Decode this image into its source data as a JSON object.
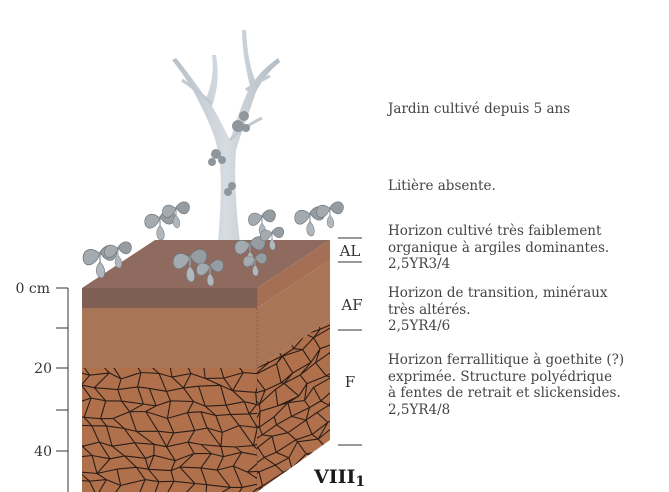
{
  "depth_scale": {
    "unit_label": "0 cm",
    "ticks": [
      "20",
      "40"
    ]
  },
  "horizons": [
    {
      "code": "AL"
    },
    {
      "code": "AF"
    },
    {
      "code": "F"
    }
  ],
  "notes": {
    "surface": [
      "Jardin cultivé depuis 5 ans"
    ],
    "litter": [
      "Litière absente."
    ],
    "al": [
      "Horizon cultivé très faiblement",
      "organique à argiles dominantes.",
      "2,5YR3/4"
    ],
    "af": [
      "Horizon de transition, minéraux",
      "très altérés.",
      "2,5YR4/6"
    ],
    "f": [
      "Horizon ferrallitique à goethite (?)",
      "exprimée. Structure polyédrique",
      "à fentes de retrait et slickensides.",
      "2,5YR4/8"
    ]
  },
  "profile_id": {
    "main": "VIII",
    "sub": "1"
  },
  "colors": {
    "AL_top": "#8e6a5e",
    "AL_front": "#7f5f54",
    "AF": "#a87656",
    "F": "#b0704c",
    "cracks": "#2a1d17",
    "tree": "#c4ccd3",
    "leaf": "#9aa2a8"
  }
}
